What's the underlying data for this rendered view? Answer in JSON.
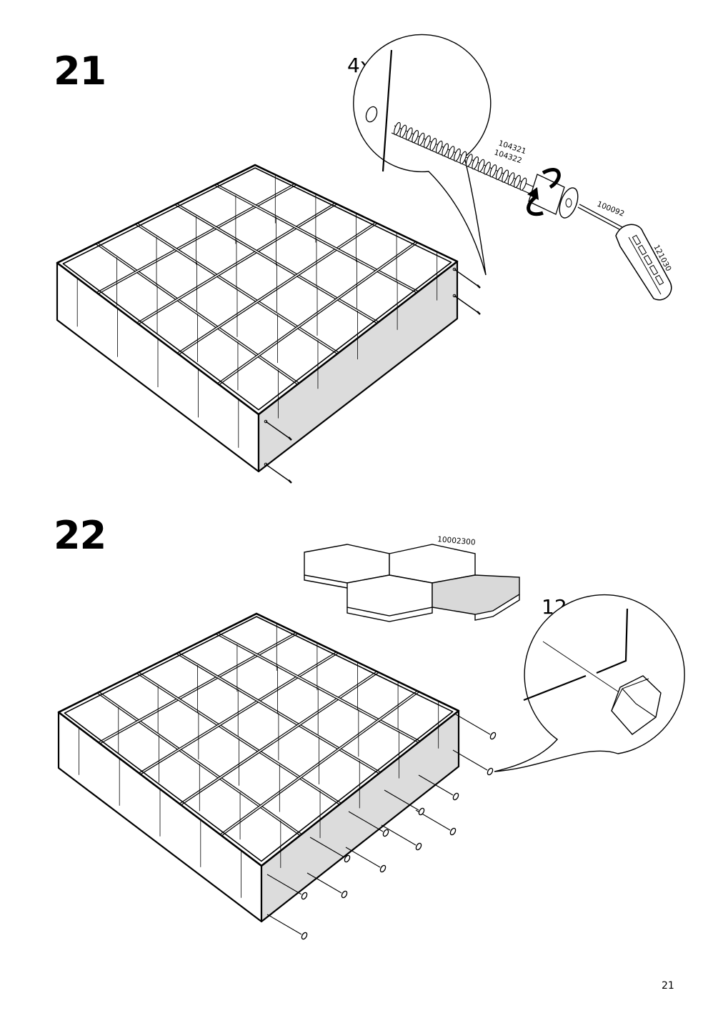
{
  "steps": [
    {
      "number": "21",
      "count": "4x",
      "parts": [
        "104321",
        "104322",
        "100092",
        "121030"
      ]
    },
    {
      "number": "22",
      "count": "12x",
      "parts": [
        "10002300"
      ]
    }
  ],
  "page_number": "21"
}
